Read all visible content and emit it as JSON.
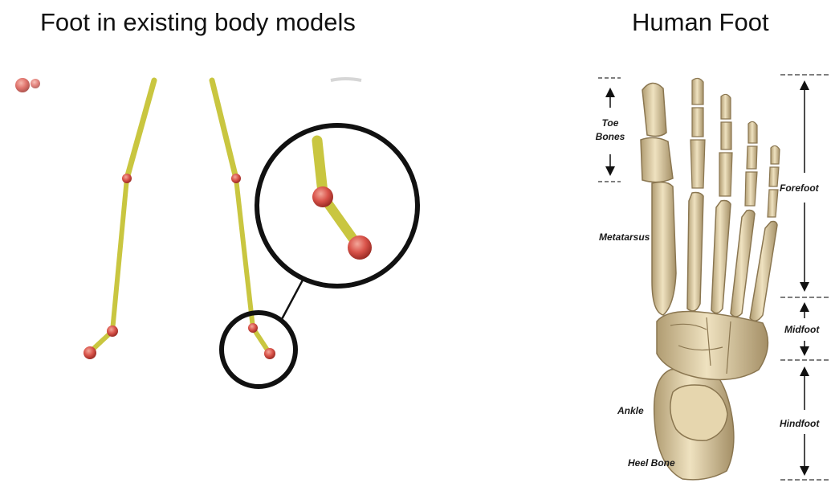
{
  "titles": {
    "left": "Foot in existing body models",
    "right": "Human Foot"
  },
  "foot_labels": {
    "toe_bones_line1": "Toe",
    "toe_bones_line2": "Bones",
    "metatarsus": "Metatarsus",
    "ankle": "Ankle",
    "heel_bone": "Heel Bone",
    "forefoot": "Forefoot",
    "midfoot": "Midfoot",
    "hindfoot": "Hindfoot"
  },
  "colors": {
    "bone_segment": "#c9c640",
    "joint": "#d9534a",
    "bone_anatomy": "#d8c7a0",
    "bone_shadow": "#a89670"
  }
}
